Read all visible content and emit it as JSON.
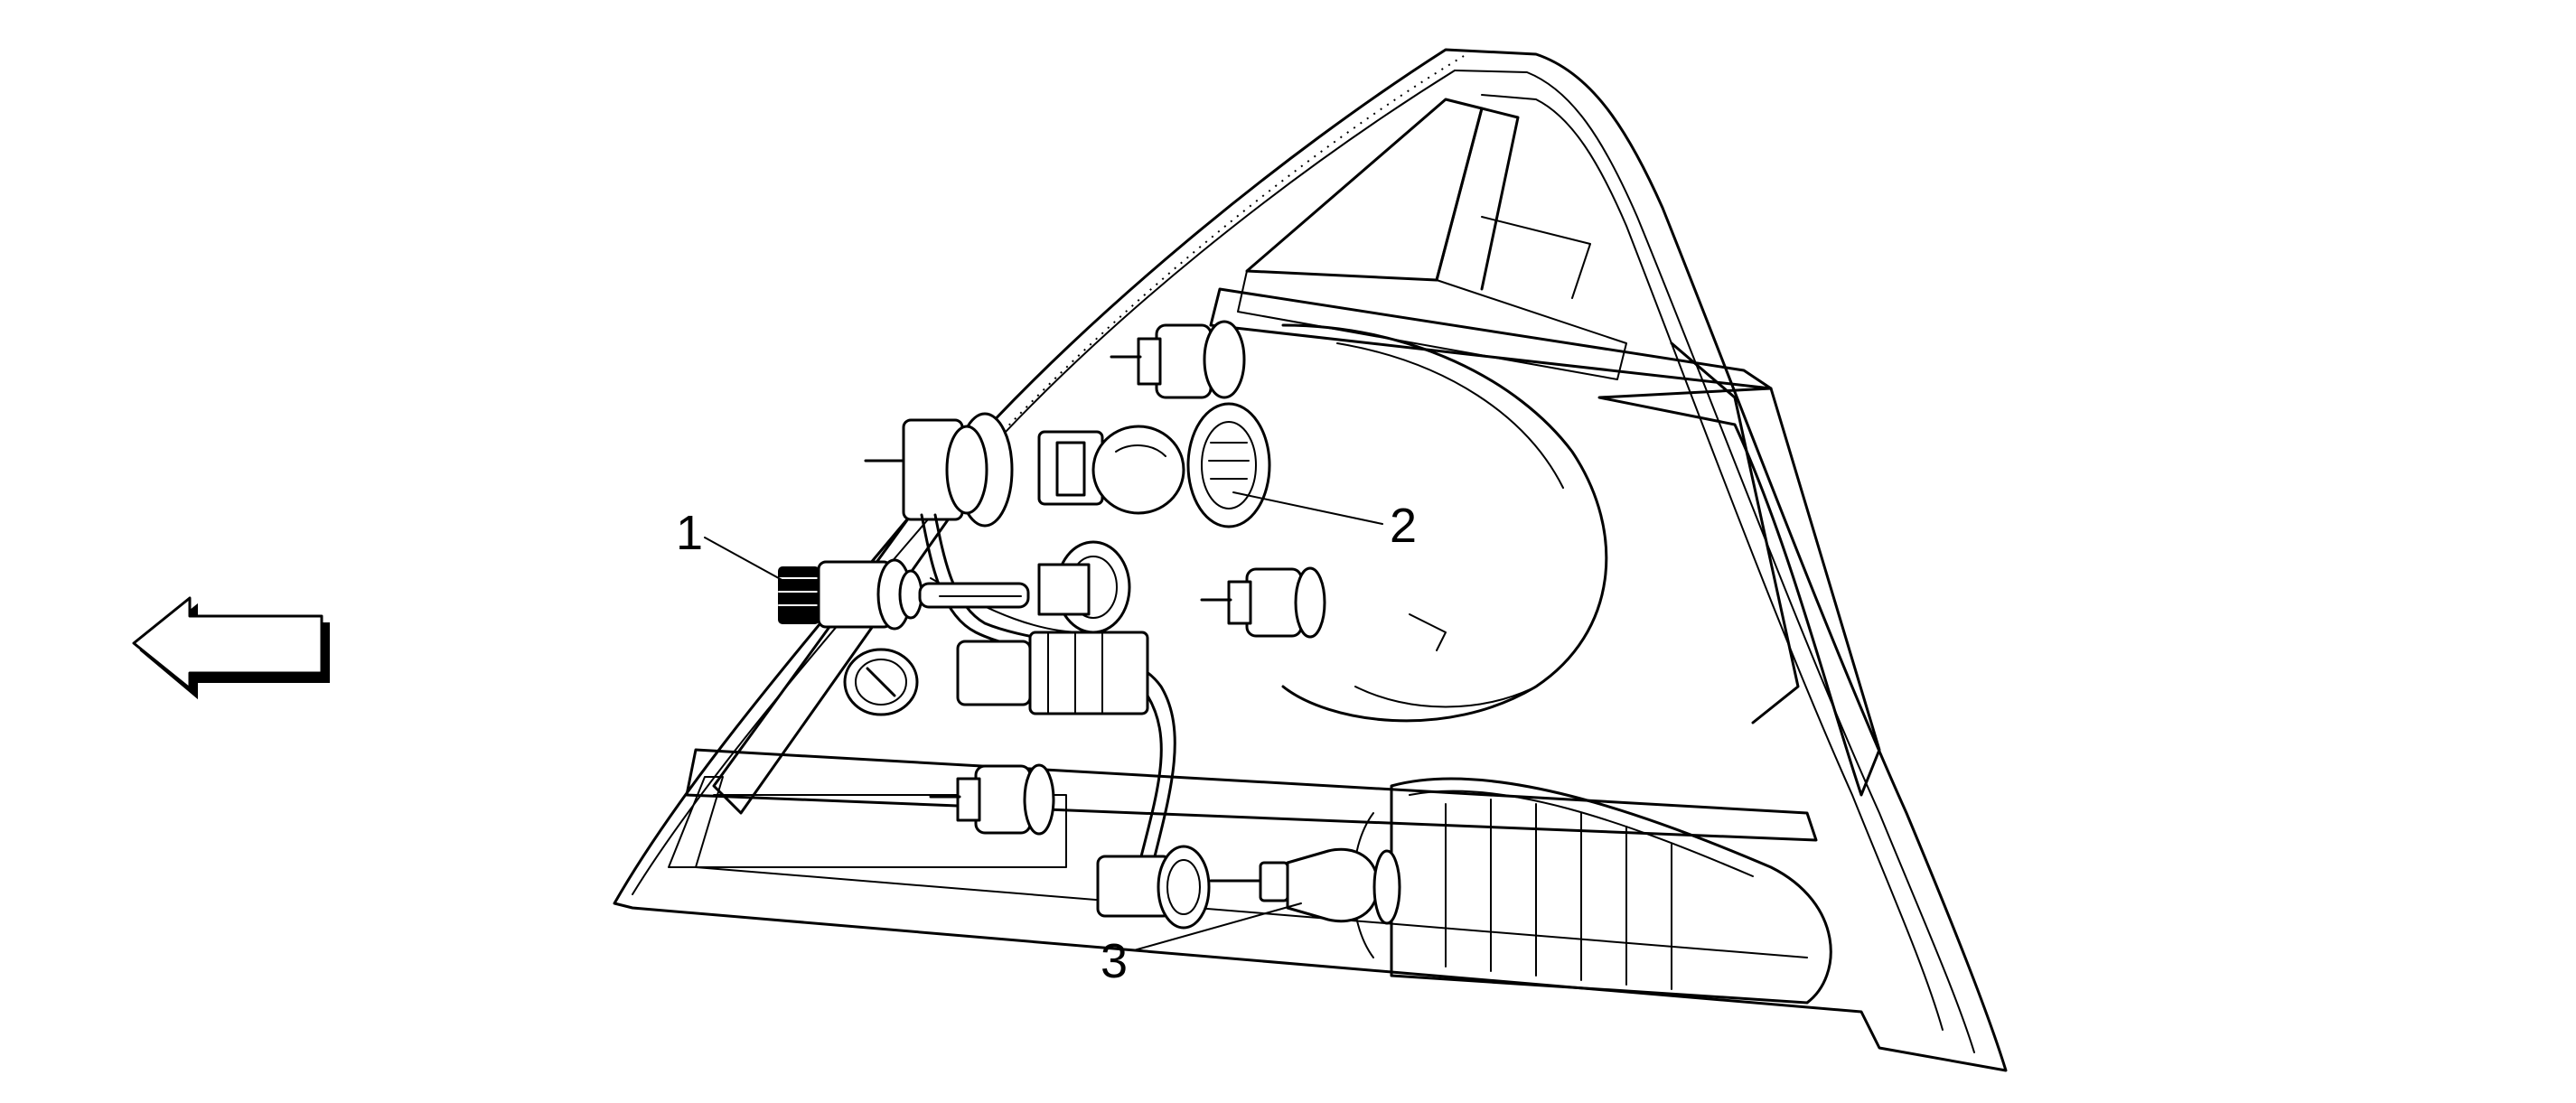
{
  "diagram": {
    "callouts": [
      {
        "id": "1",
        "label": "1"
      },
      {
        "id": "2",
        "label": "2"
      },
      {
        "id": "3",
        "label": "3"
      }
    ],
    "direction_arrow": "left-arrow-icon",
    "line_color": "#000000",
    "background_color": "#ffffff"
  }
}
